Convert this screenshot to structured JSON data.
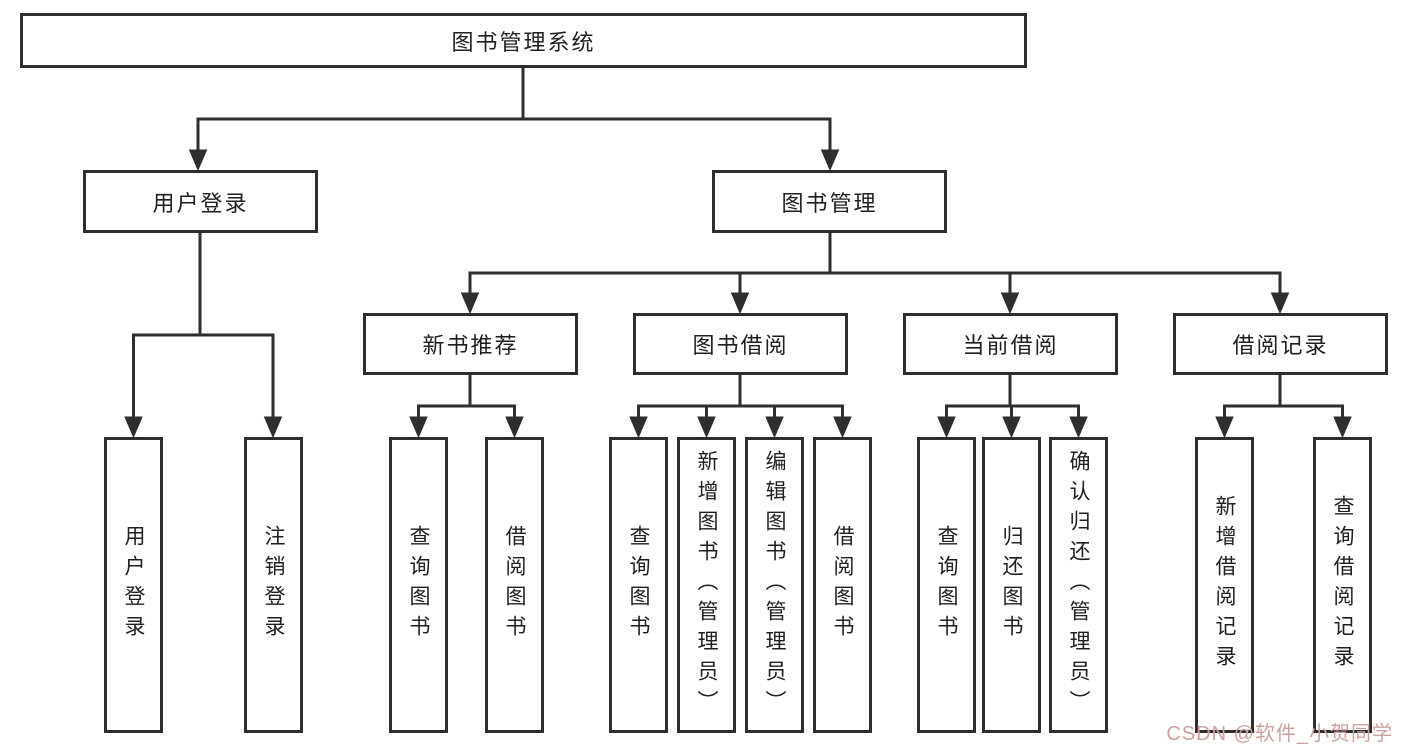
{
  "root": {
    "label": "图书管理系统"
  },
  "user_login": {
    "label": "用户登录",
    "children": [
      {
        "label": "用户登录"
      },
      {
        "label": "注销登录"
      }
    ]
  },
  "book_mgmt": {
    "label": "图书管理",
    "sections": [
      {
        "label": "新书推荐",
        "children": [
          {
            "label": "查询图书"
          },
          {
            "label": "借阅图书"
          }
        ]
      },
      {
        "label": "图书借阅",
        "children": [
          {
            "label": "查询图书"
          },
          {
            "label": "新增图书（管理员）"
          },
          {
            "label": "编辑图书（管理员）"
          },
          {
            "label": "借阅图书"
          }
        ]
      },
      {
        "label": "当前借阅",
        "children": [
          {
            "label": "查询图书"
          },
          {
            "label": "归还图书"
          },
          {
            "label": "确认归还（管理员）"
          }
        ]
      },
      {
        "label": "借阅记录",
        "children": [
          {
            "label": "新增借阅记录"
          },
          {
            "label": "查询借阅记录"
          }
        ]
      }
    ]
  },
  "watermark": {
    "text": "CSDN @软件_小贺同学",
    "color": "#cfa0a0"
  },
  "colors": {
    "line": "#2e2e2e",
    "text": "#1f1f1f",
    "background": "#ffffff"
  }
}
